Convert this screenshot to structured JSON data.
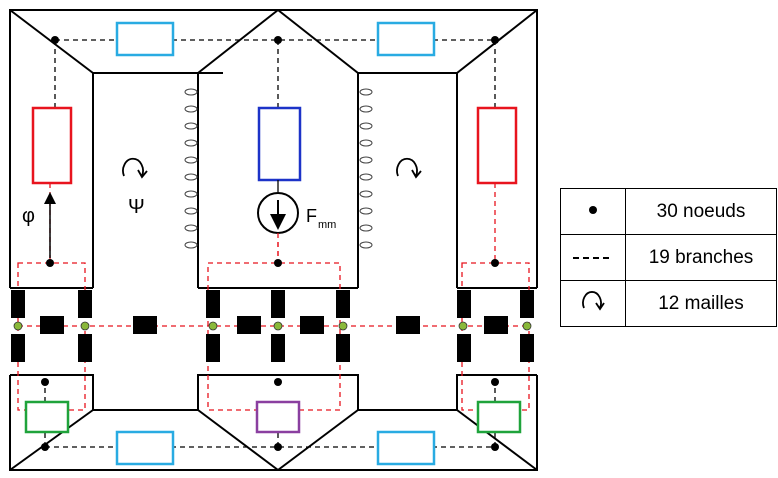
{
  "diagram": {
    "labels": {
      "phi": "φ",
      "psi": "Ψ",
      "fmm_main": "F",
      "fmm_sub": "mm"
    },
    "colors": {
      "reluctance_air": "#29abe2",
      "reluctance_limb_side": "#e8141e",
      "reluctance_limb_center": "#1c33c8",
      "reluctance_yoke_side": "#1fa33b",
      "reluctance_yoke_center": "#8a3fa0",
      "dashed_circuit": "#e8141e",
      "node_green": "#8ab83a"
    }
  },
  "legend": {
    "rows": [
      {
        "symbol": "node-dot-icon",
        "text": "30 noeuds"
      },
      {
        "symbol": "dashed-line-icon",
        "text": "19 branches"
      },
      {
        "symbol": "curved-arrow-icon",
        "text": "12 mailles"
      }
    ]
  }
}
